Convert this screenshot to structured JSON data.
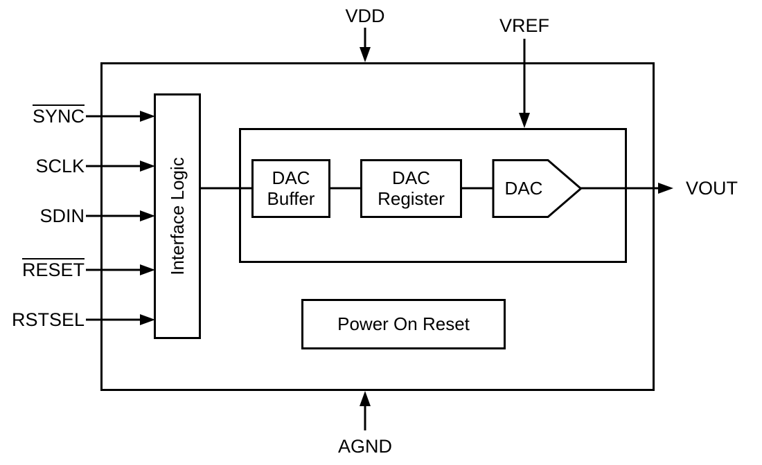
{
  "pins": {
    "vdd": "VDD",
    "vref": "VREF",
    "vout": "VOUT",
    "agnd": "AGND",
    "sync": "SYNC",
    "sclk": "SCLK",
    "sdin": "SDIN",
    "reset": "RESET",
    "rstsel": "RSTSEL"
  },
  "blocks": {
    "interface_logic": "Interface Logic",
    "dac_buffer": "DAC Buffer",
    "dac_register": "DAC Register",
    "dac": "DAC",
    "power_on_reset": "Power On Reset"
  },
  "colors": {
    "line": "#000000",
    "background": "#ffffff",
    "text": "#000000"
  }
}
